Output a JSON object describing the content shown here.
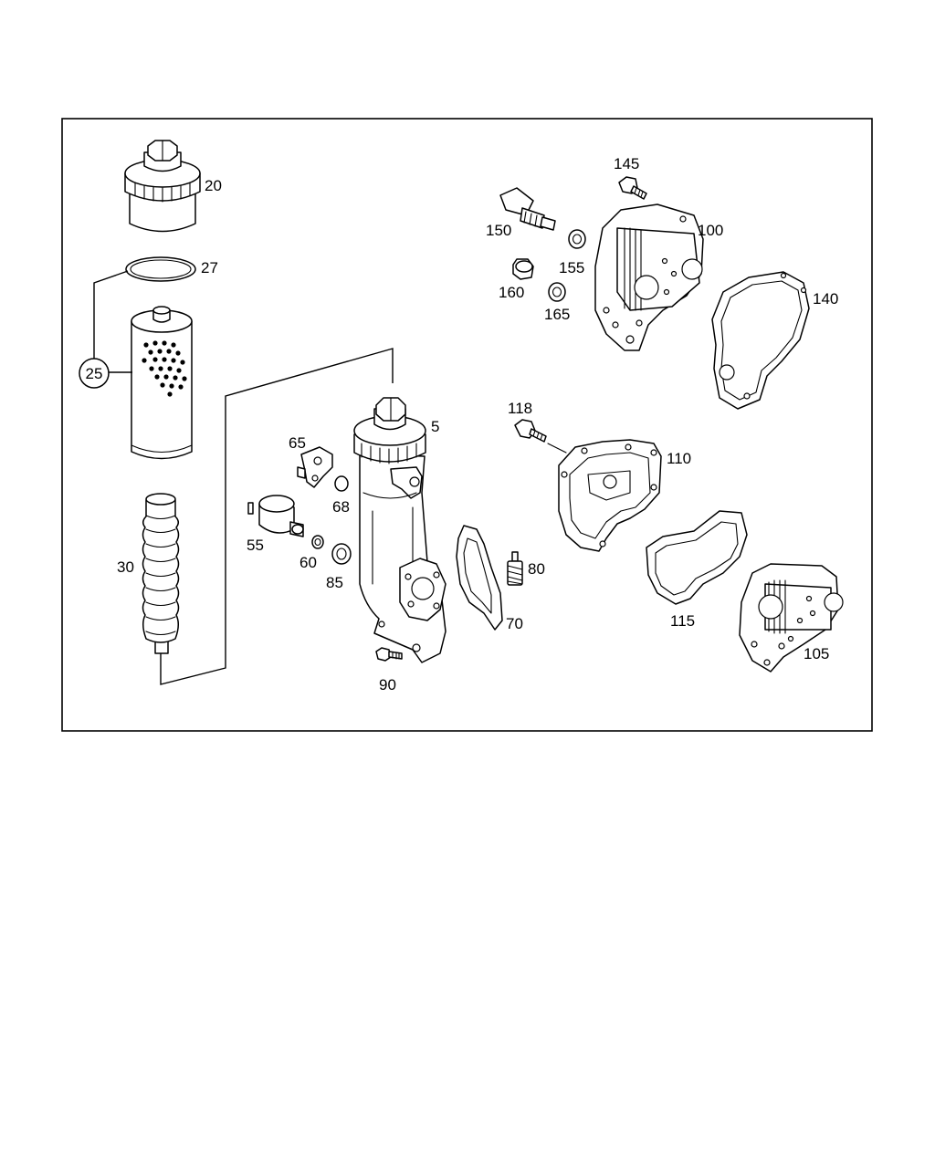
{
  "callouts": [
    {
      "id": "p20",
      "label": "20"
    },
    {
      "id": "p27",
      "label": "27"
    },
    {
      "id": "p25",
      "label": "25"
    },
    {
      "id": "p30",
      "label": "30"
    },
    {
      "id": "p5",
      "label": "5"
    },
    {
      "id": "p65",
      "label": "65"
    },
    {
      "id": "p68",
      "label": "68"
    },
    {
      "id": "p55",
      "label": "55"
    },
    {
      "id": "p60",
      "label": "60"
    },
    {
      "id": "p85",
      "label": "85"
    },
    {
      "id": "p90",
      "label": "90"
    },
    {
      "id": "p70",
      "label": "70"
    },
    {
      "id": "p80",
      "label": "80"
    },
    {
      "id": "p118",
      "label": "118"
    },
    {
      "id": "p110",
      "label": "110"
    },
    {
      "id": "p115",
      "label": "115"
    },
    {
      "id": "p105",
      "label": "105"
    },
    {
      "id": "p145",
      "label": "145"
    },
    {
      "id": "p150",
      "label": "150"
    },
    {
      "id": "p155",
      "label": "155"
    },
    {
      "id": "p160",
      "label": "160"
    },
    {
      "id": "p165",
      "label": "165"
    },
    {
      "id": "p100",
      "label": "100"
    },
    {
      "id": "p140",
      "label": "140"
    }
  ]
}
